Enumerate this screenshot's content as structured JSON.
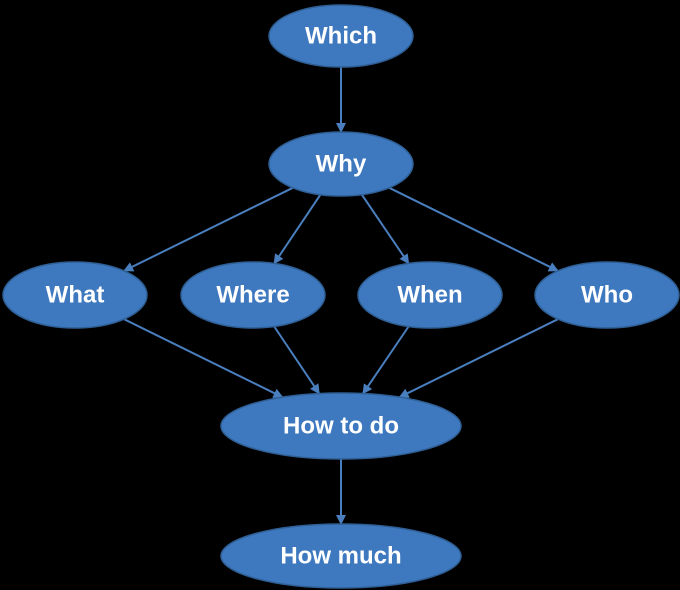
{
  "colors": {
    "background": "#000000",
    "node_fill": "#3e78bf",
    "edge": "#4a7fbf",
    "label": "#ffffff"
  },
  "nodes": [
    {
      "id": "which",
      "label": "Which"
    },
    {
      "id": "why",
      "label": "Why"
    },
    {
      "id": "what",
      "label": "What"
    },
    {
      "id": "where",
      "label": "Where"
    },
    {
      "id": "when",
      "label": "When"
    },
    {
      "id": "who",
      "label": "Who"
    },
    {
      "id": "how_to_do",
      "label": "How to do"
    },
    {
      "id": "how_much",
      "label": "How much"
    }
  ],
  "edges": [
    {
      "from": "which",
      "to": "why"
    },
    {
      "from": "why",
      "to": "what"
    },
    {
      "from": "why",
      "to": "where"
    },
    {
      "from": "why",
      "to": "when"
    },
    {
      "from": "why",
      "to": "who"
    },
    {
      "from": "what",
      "to": "how_to_do"
    },
    {
      "from": "where",
      "to": "how_to_do"
    },
    {
      "from": "when",
      "to": "how_to_do"
    },
    {
      "from": "who",
      "to": "how_to_do"
    },
    {
      "from": "how_to_do",
      "to": "how_much"
    }
  ]
}
